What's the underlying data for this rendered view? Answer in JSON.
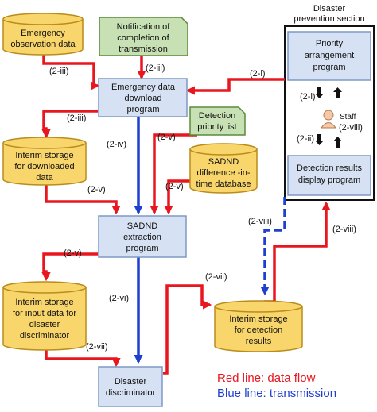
{
  "section": {
    "title_line1": "Disaster",
    "title_line2": "prevention section"
  },
  "nodes": {
    "emergency_obs": {
      "line1": "Emergency",
      "line2": "observation data"
    },
    "notification": {
      "line1": "Notification of",
      "line2": "completion of",
      "line3": "transmission"
    },
    "download_program": {
      "line1": "Emergency data",
      "line2": "download",
      "line3": "program"
    },
    "priority_program": {
      "line1": "Priority",
      "line2": "arrangement",
      "line3": "program"
    },
    "detection_priority_list": {
      "line1": "Detection",
      "line2": "priority list"
    },
    "interim_downloaded": {
      "line1": "Interim storage",
      "line2": "for downloaded",
      "line3": "data"
    },
    "sadnd_db": {
      "line1": "SADND",
      "line2": "difference -in-",
      "line3": "time database"
    },
    "staff": {
      "label": "Staff"
    },
    "detection_display": {
      "line1": "Detection results",
      "line2": "display program"
    },
    "sadnd_extraction": {
      "line1": "SADND",
      "line2": "extraction",
      "line3": "program"
    },
    "interim_input": {
      "line1": "Interim storage",
      "line2": "for input data for",
      "line3": "disaster",
      "line4": "discriminator"
    },
    "interim_detection": {
      "line1": "Interim storage",
      "line2": "for detection",
      "line3": "results"
    },
    "discriminator": {
      "line1": "Disaster",
      "line2": "discriminator"
    }
  },
  "edge_labels": {
    "e_obs_download": "(2-iii)",
    "e_notif_download": "(2-iii)",
    "e_priority_download": "(2-i)",
    "e_priority_staff": "(2-i)",
    "e_staff_display": "(2-ii)",
    "e_staff_viii": "(2-viii)",
    "e_download_interim": "(2-iii)",
    "e_download_extraction": "(2-iv)",
    "e_list_extraction": "(2-v)",
    "e_interim_extraction": "(2-v)",
    "e_db_extraction": "(2-v)",
    "e_display_detection_blue": "(2-viii)",
    "e_detection_display_red": "(2-viii)",
    "e_extraction_interim_input": "(2-v)",
    "e_extraction_discriminator": "(2-vi)",
    "e_discriminator_detection": "(2-vii)",
    "e_interim_input_discriminator": "(2-vii)"
  },
  "legend": {
    "red": "Red line: data flow",
    "blue": "Blue line: transmission"
  },
  "colors": {
    "data_flow": "#e8171f",
    "transmission": "#1f3fd0",
    "cylinder_fill": "#f9d66b",
    "cylinder_stroke": "#b98c1b",
    "program_fill": "#d6e2f3",
    "program_stroke": "#7f98c4",
    "document_fill": "#c7e0b4",
    "document_stroke": "#5c8a3d",
    "staff_fill": "#f6c8a6"
  }
}
